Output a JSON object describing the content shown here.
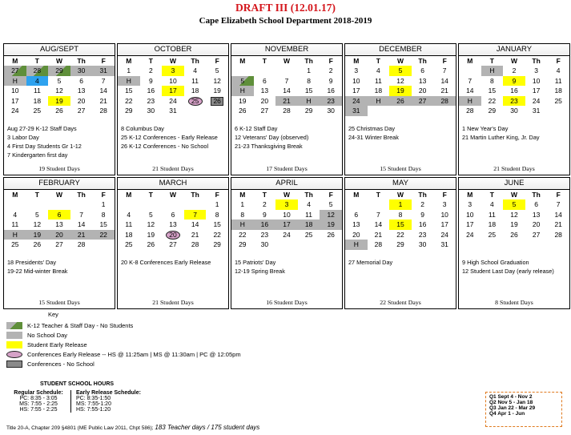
{
  "title": "DRAFT  III (12.01.17)",
  "subtitle": "Cape Elizabeth School Department 2018-2019",
  "weekdays": [
    "M",
    "T",
    "W",
    "Th",
    "F"
  ],
  "months": [
    {
      "name": "AUG/SEPT",
      "weeks": [
        [
          "27",
          "28",
          "29",
          "30",
          "31"
        ],
        [
          "H",
          "4",
          "5",
          "6",
          "7"
        ],
        [
          "10",
          "11",
          "12",
          "13",
          "14"
        ],
        [
          "17",
          "18",
          "19",
          "20",
          "21"
        ],
        [
          "24",
          "25",
          "26",
          "27",
          "28"
        ]
      ],
      "notes": [
        "Aug 27-29  K-12 Staff Days",
        "3   Labor Day",
        "4  First Day Students Gr 1-12",
        "7  Kindergarten first day"
      ],
      "students": "19 Student Days"
    },
    {
      "name": "OCTOBER",
      "weeks": [
        [
          "1",
          "2",
          "3",
          "4",
          "5"
        ],
        [
          "H",
          "9",
          "10",
          "11",
          "12"
        ],
        [
          "15",
          "16",
          "17",
          "18",
          "19"
        ],
        [
          "22",
          "23",
          "24",
          "25",
          "26"
        ],
        [
          "29",
          "30",
          "31",
          "",
          ""
        ]
      ],
      "notes": [
        "8  Columbus Day",
        "25  K-12 Conferences - Early Release",
        "26  K-12 Conferences - No School"
      ],
      "students": "21 Student Days"
    },
    {
      "name": "NOVEMBER",
      "weeks": [
        [
          "",
          "",
          "",
          "1",
          "2"
        ],
        [
          "5",
          "6",
          "7",
          "8",
          "9"
        ],
        [
          "H",
          "13",
          "14",
          "15",
          "16"
        ],
        [
          "19",
          "20",
          "21",
          "H",
          "23"
        ],
        [
          "26",
          "27",
          "28",
          "29",
          "30"
        ]
      ],
      "notes": [
        "6  K-12 Staff Day",
        "12  Veterans' Day (observed)",
        "21-23  Thanksgiving Break"
      ],
      "students": "17 Student Days"
    },
    {
      "name": "DECEMBER",
      "weeks": [
        [
          "3",
          "4",
          "5",
          "6",
          "7"
        ],
        [
          "10",
          "11",
          "12",
          "13",
          "14"
        ],
        [
          "17",
          "18",
          "19",
          "20",
          "21"
        ],
        [
          "24",
          "H",
          "26",
          "27",
          "28"
        ],
        [
          "31",
          "",
          "",
          "",
          ""
        ]
      ],
      "notes": [
        "25  Christmas Day",
        "24-31  Winter Break"
      ],
      "students": "15 Student Days"
    },
    {
      "name": "JANUARY",
      "weeks": [
        [
          "",
          "H",
          "2",
          "3",
          "4"
        ],
        [
          "7",
          "8",
          "9",
          "10",
          "11"
        ],
        [
          "14",
          "15",
          "16",
          "17",
          "18"
        ],
        [
          "H",
          "22",
          "23",
          "24",
          "25"
        ],
        [
          "28",
          "29",
          "30",
          "31",
          ""
        ]
      ],
      "notes": [
        "1  New Year's Day",
        "21  Martin Luther King, Jr. Day"
      ],
      "students": "21 Student Days"
    },
    {
      "name": "FEBRUARY",
      "weeks": [
        [
          "",
          "",
          "",
          "",
          "1"
        ],
        [
          "4",
          "5",
          "6",
          "7",
          "8"
        ],
        [
          "11",
          "12",
          "13",
          "14",
          "15"
        ],
        [
          "H",
          "19",
          "20",
          "21",
          "22"
        ],
        [
          "25",
          "26",
          "27",
          "28",
          ""
        ]
      ],
      "notes": [
        "18   Presidents' Day",
        "19-22  Mid-winter Break"
      ],
      "students": "15 Student Days"
    },
    {
      "name": "MARCH",
      "weeks": [
        [
          "",
          "",
          "",
          "",
          "1"
        ],
        [
          "4",
          "5",
          "6",
          "7",
          "8"
        ],
        [
          "11",
          "12",
          "13",
          "14",
          "15"
        ],
        [
          "18",
          "19",
          "20",
          "21",
          "22"
        ],
        [
          "25",
          "26",
          "27",
          "28",
          "29"
        ]
      ],
      "notes": [
        "20  K-8 Conferences Early Release"
      ],
      "students": "21 Student Days"
    },
    {
      "name": "APRIL",
      "weeks": [
        [
          "1",
          "2",
          "3",
          "4",
          "5"
        ],
        [
          "8",
          "9",
          "10",
          "11",
          "12"
        ],
        [
          "H",
          "16",
          "17",
          "18",
          "19"
        ],
        [
          "22",
          "23",
          "24",
          "25",
          "26"
        ],
        [
          "29",
          "30",
          "",
          "",
          ""
        ]
      ],
      "notes": [
        "15   Patriots' Day",
        "12-19  Spring Break"
      ],
      "students": "16 Student Days"
    },
    {
      "name": "MAY",
      "weeks": [
        [
          "",
          "",
          "1",
          "2",
          "3"
        ],
        [
          "6",
          "7",
          "8",
          "9",
          "10"
        ],
        [
          "13",
          "14",
          "15",
          "16",
          "17"
        ],
        [
          "20",
          "21",
          "22",
          "23",
          "24"
        ],
        [
          "H",
          "28",
          "29",
          "30",
          "31"
        ]
      ],
      "notes": [
        "27  Memorial Day"
      ],
      "students": "22 Student Days"
    },
    {
      "name": "JUNE",
      "weeks": [
        [
          "3",
          "4",
          "5",
          "6",
          "7"
        ],
        [
          "10",
          "11",
          "12",
          "13",
          "14"
        ],
        [
          "17",
          "18",
          "19",
          "20",
          "21"
        ],
        [
          "24",
          "25",
          "26",
          "27",
          "28"
        ],
        [
          "",
          "",
          "",
          "",
          ""
        ]
      ],
      "notes": [
        "9   High School Graduation",
        "12   Student Last Day (early release)"
      ],
      "students": "8 Student Days"
    }
  ],
  "key": {
    "title": "Key",
    "items": [
      "K-12 Teacher & Staff Day - No Students",
      "No School Day",
      "Student Early Release",
      "Conferences Early Release -- HS @ 11:25am | MS @ 11:30am | PC @ 12:05pm",
      "Conferences - No School"
    ]
  },
  "hours": {
    "title": "STUDENT SCHOOL HOURS",
    "regular_title": "Regular Schedule:",
    "regular": [
      "PC:  8:35 - 3:05",
      "MS:  7:55 - 2:25",
      "HS:  7:55 - 2:25"
    ],
    "early_title": "Early Release Schedule:",
    "early": [
      "PC:  8:35-1:50",
      "MS:  7:55-1:20",
      "HS:  7:55-1:20"
    ]
  },
  "quarters": [
    "Q1  Sept 4 - Nov 2",
    "Q2  Nov 5 - Jan 18",
    "Q3  Jan 22 - Mar 29",
    "Q4  Apr 1 - Jun"
  ],
  "footer": "Title 20-A, Chapter 209 §4801 (ME Public Law 2011, Chpt 586);",
  "footer_bold": "183 Teacher days / 175 student days",
  "colors": {
    "title": "#d4151b",
    "no_school": "#b3b3b3",
    "early_release": "#ffff00",
    "staff_day": "#5f8f3a",
    "first_day": "#2ea2ef",
    "conference_early": "#d6a2c8"
  }
}
